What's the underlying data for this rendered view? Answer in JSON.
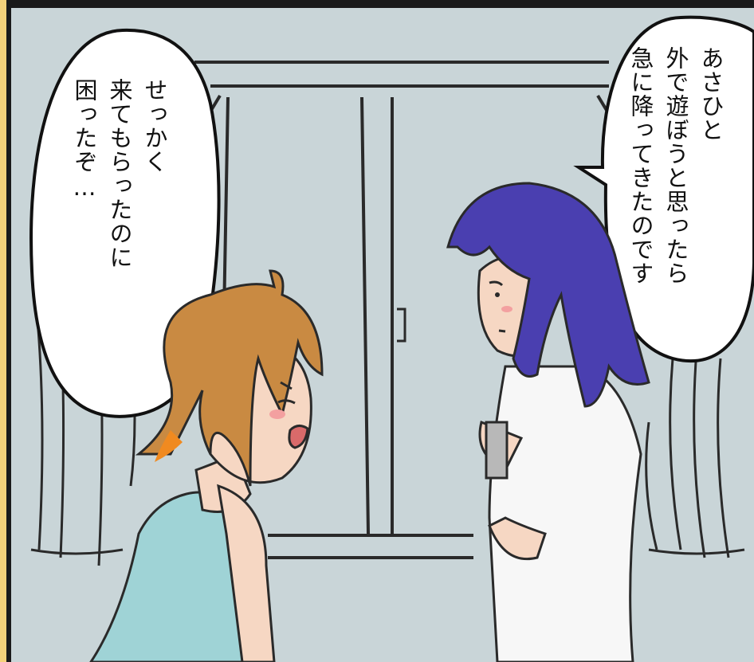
{
  "speech": {
    "left_lines": [
      "せっかく",
      "来てもらったのに",
      "困ったぞ…"
    ],
    "right_lines": [
      "あさひと",
      "外で遊ぼうと思ったら",
      "急に降ってきたのです"
    ]
  },
  "colors": {
    "wall": "#c9d5d8",
    "border": "#1a1a1a",
    "frame": "#f4d27a",
    "hair_left": "#c98a42",
    "hair_right": "#4a3fb0",
    "top_left": "#9fd3d6",
    "shirt_right": "#f7f7f7"
  }
}
